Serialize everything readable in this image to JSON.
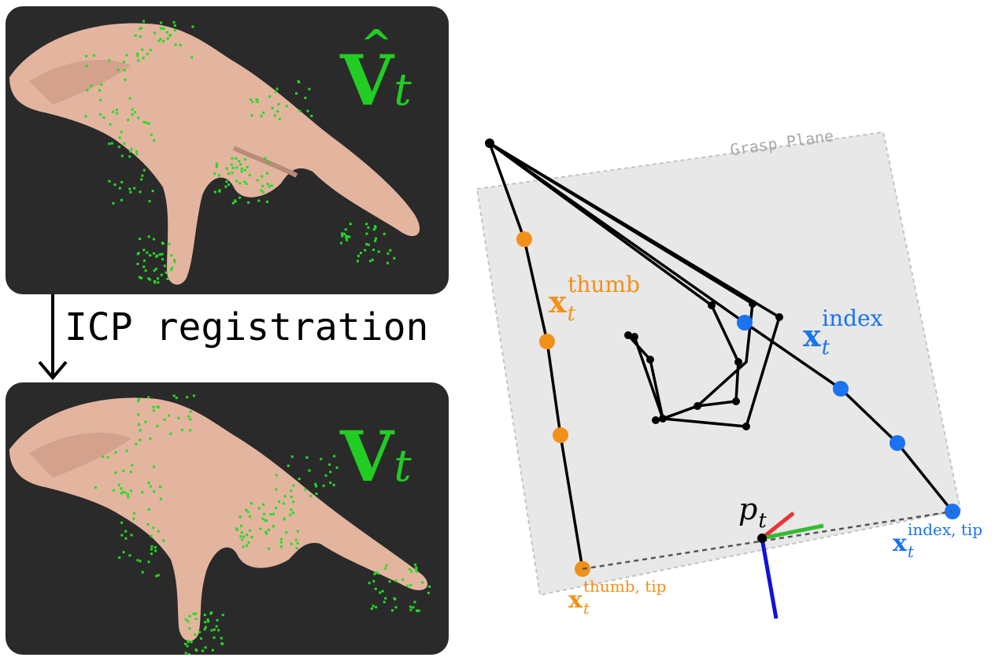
{
  "panels": {
    "top": {
      "label_main": "V",
      "label_sub": "t",
      "label_hat": "^"
    },
    "bottom": {
      "label_main": "V",
      "label_sub": "t"
    }
  },
  "arrow_label": "ICP registration",
  "plane": {
    "label": "Grasp Plane"
  },
  "labels": {
    "thumb": {
      "x": "x",
      "sub": "t",
      "sup": "thumb"
    },
    "index": {
      "x": "x",
      "sub": "t",
      "sup": "index"
    },
    "thumb_tip": {
      "x": "x",
      "sub": "t",
      "sup": "thumb, tip"
    },
    "index_tip": {
      "x": "x",
      "sub": "t",
      "sup": "index, tip"
    },
    "center": {
      "p": "p",
      "sub": "t"
    }
  },
  "colors": {
    "panel_bg": "#2a2a2a",
    "skin": "#e3b59f",
    "points": "#22dd22",
    "thumb": "#f39019",
    "index": "#1a73f0",
    "plane": "#e8e8e8",
    "axis_red": "#ee3333",
    "axis_green": "#33bb33",
    "axis_blue": "#1111dd"
  }
}
